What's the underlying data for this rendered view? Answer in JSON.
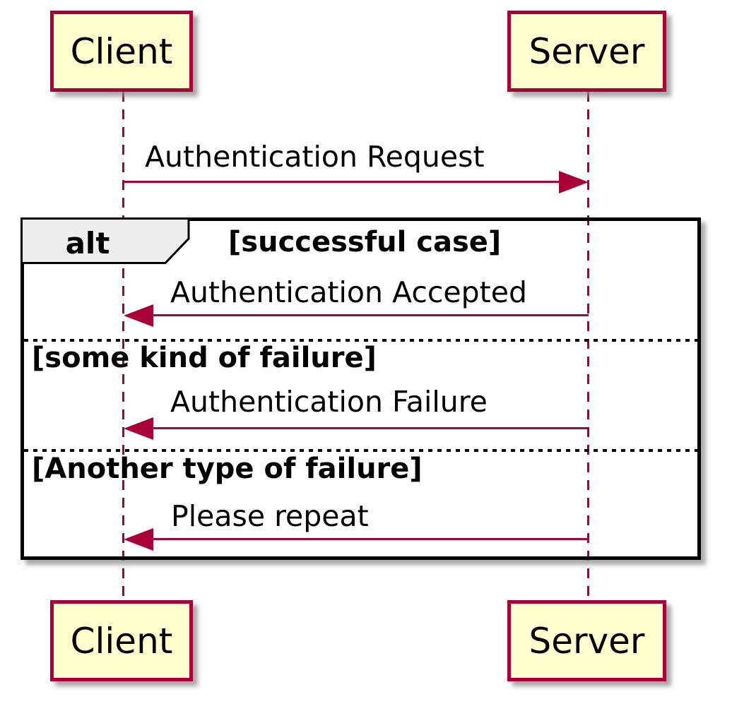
{
  "participants": [
    {
      "name": "Client"
    },
    {
      "name": "Server"
    }
  ],
  "messages": [
    {
      "label": "Authentication Request",
      "from": "Client",
      "to": "Server"
    },
    {
      "label": "Authentication Accepted",
      "from": "Server",
      "to": "Client"
    },
    {
      "label": "Authentication Failure",
      "from": "Server",
      "to": "Client"
    },
    {
      "label": "Please repeat",
      "from": "Server",
      "to": "Client"
    }
  ],
  "fragment": {
    "operator": "alt",
    "guards": [
      "[successful case]",
      "[some kind of failure]",
      "[Another type of failure]"
    ]
  },
  "colors": {
    "participant_fill": "#FEFECE",
    "accent": "#A80036",
    "frame_border": "#000000",
    "operator_fill": "#EEEEEE",
    "shadow": "#8C8C8C",
    "text": "#000000"
  }
}
